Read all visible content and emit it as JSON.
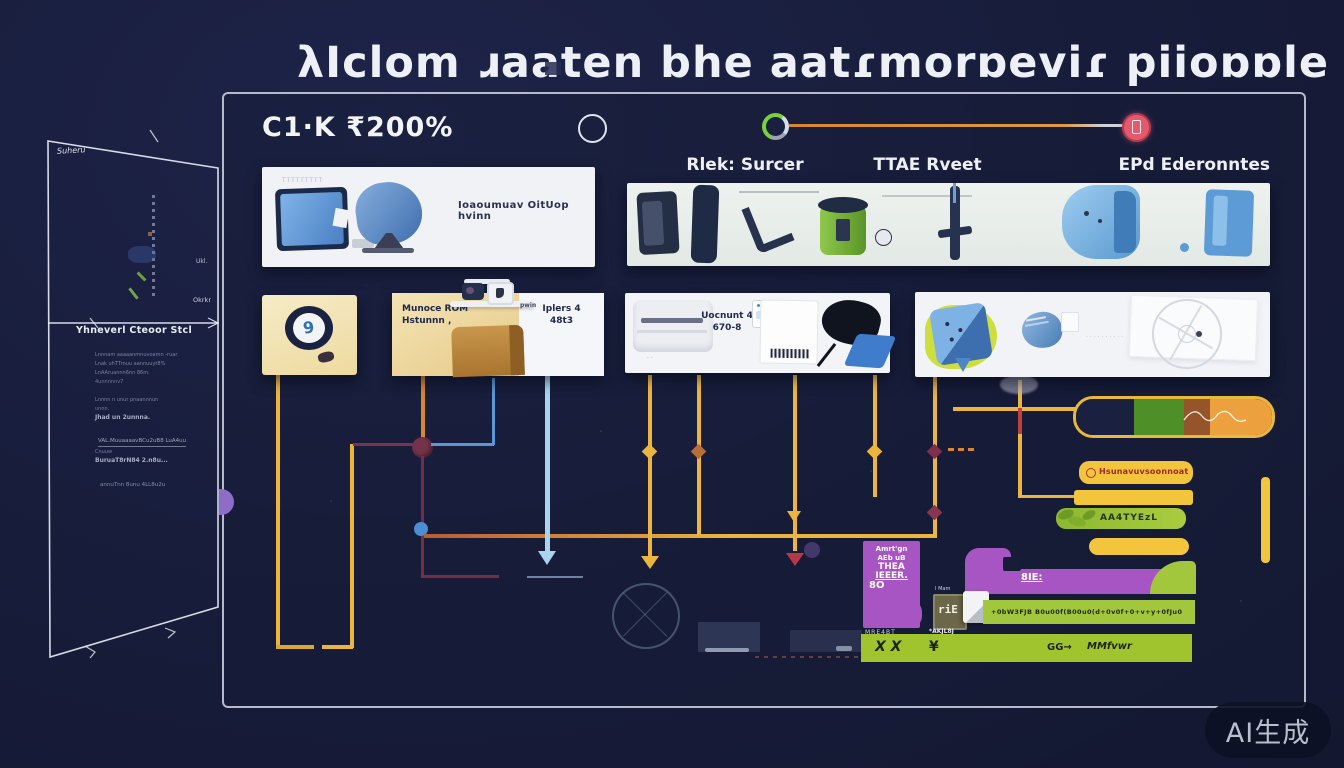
{
  "title": {
    "text": "λIclom ɹaaten bhe aatɾmorɒeviɾ piioɒɒle"
  },
  "watermark": {
    "text": "AI生成"
  },
  "header": {
    "ctr_label": "C1·K ₹200%",
    "timeline_labels": [
      "Rlek: Surcer",
      "TTAE Rveet",
      "EPd Ederonntes"
    ]
  },
  "colors": {
    "accent_yellow": "#ecb53e",
    "accent_orange": "#d8872f",
    "accent_maroon": "#7d3049",
    "accent_blue": "#5a97d4",
    "accent_lightblue": "#a9d3ef",
    "accent_green": "#a3c73c",
    "accent_purple": "#a855c4",
    "accent_red": "#e4596b"
  },
  "cards": {
    "row1_left": {
      "top_label": "TTTTTTTTT",
      "caption": "Ioaoumuav OitUop hvinn"
    },
    "badge_glyph": "9",
    "row2_folder": {
      "left_line1": "Munoce ROM",
      "left_line2": "Hstunnn ,",
      "right_line1": "Iplers 4",
      "right_line2": "48t3",
      "tag": "pwin"
    },
    "row2_mid": {
      "line1": "Uocnunt 4",
      "line2": "670-8",
      "dots": "· ·"
    },
    "row2_right": {
      "faint_dots": "··········"
    }
  },
  "left_sheet": {
    "top_label": "Suheru",
    "side_label1": "Ukl.",
    "side_label2": "Okrkr",
    "heading": "Yhneverl Cteoor Stcl",
    "para": [
      "Lnnnam aaaaanmnuvoamn -ruar",
      "Lnak uhTTmuu aannuuyt8%",
      "LnAAruannn6nn 86m.",
      "4unnnnnv7",
      "Lnnnn n unur pnaannnun",
      "unnn.",
      "Jhad un 2unnna.",
      "VAL.MuuaaaavBCu2uB8 LuA4uu",
      "Cnuuw",
      "BuruaT8rN84 2.n8u...",
      "annuTnn 8unu 4LL8u2u"
    ]
  },
  "bars": {
    "bar1_text": "Hsunavuvsoonnoat",
    "green_text": "AA4TYEzL"
  },
  "purple_complex": {
    "block_lines": [
      "Amrt'gn",
      "AEb uB",
      "THEA",
      "IEEER.",
      "8O"
    ],
    "block_caption": "MRE4BT",
    "bar_label": "8IE:",
    "photo_top": "I Mam",
    "photo_glyph": "riE",
    "photo_caption": "*AKJL8J",
    "green_mid_text": "+0bW3FJB B0u00f(B00u0(d+0v0f+0+v+y+0fJu0",
    "bottom_glyphs": [
      "X X",
      "¥",
      "GG→",
      "MMfvwr"
    ]
  }
}
